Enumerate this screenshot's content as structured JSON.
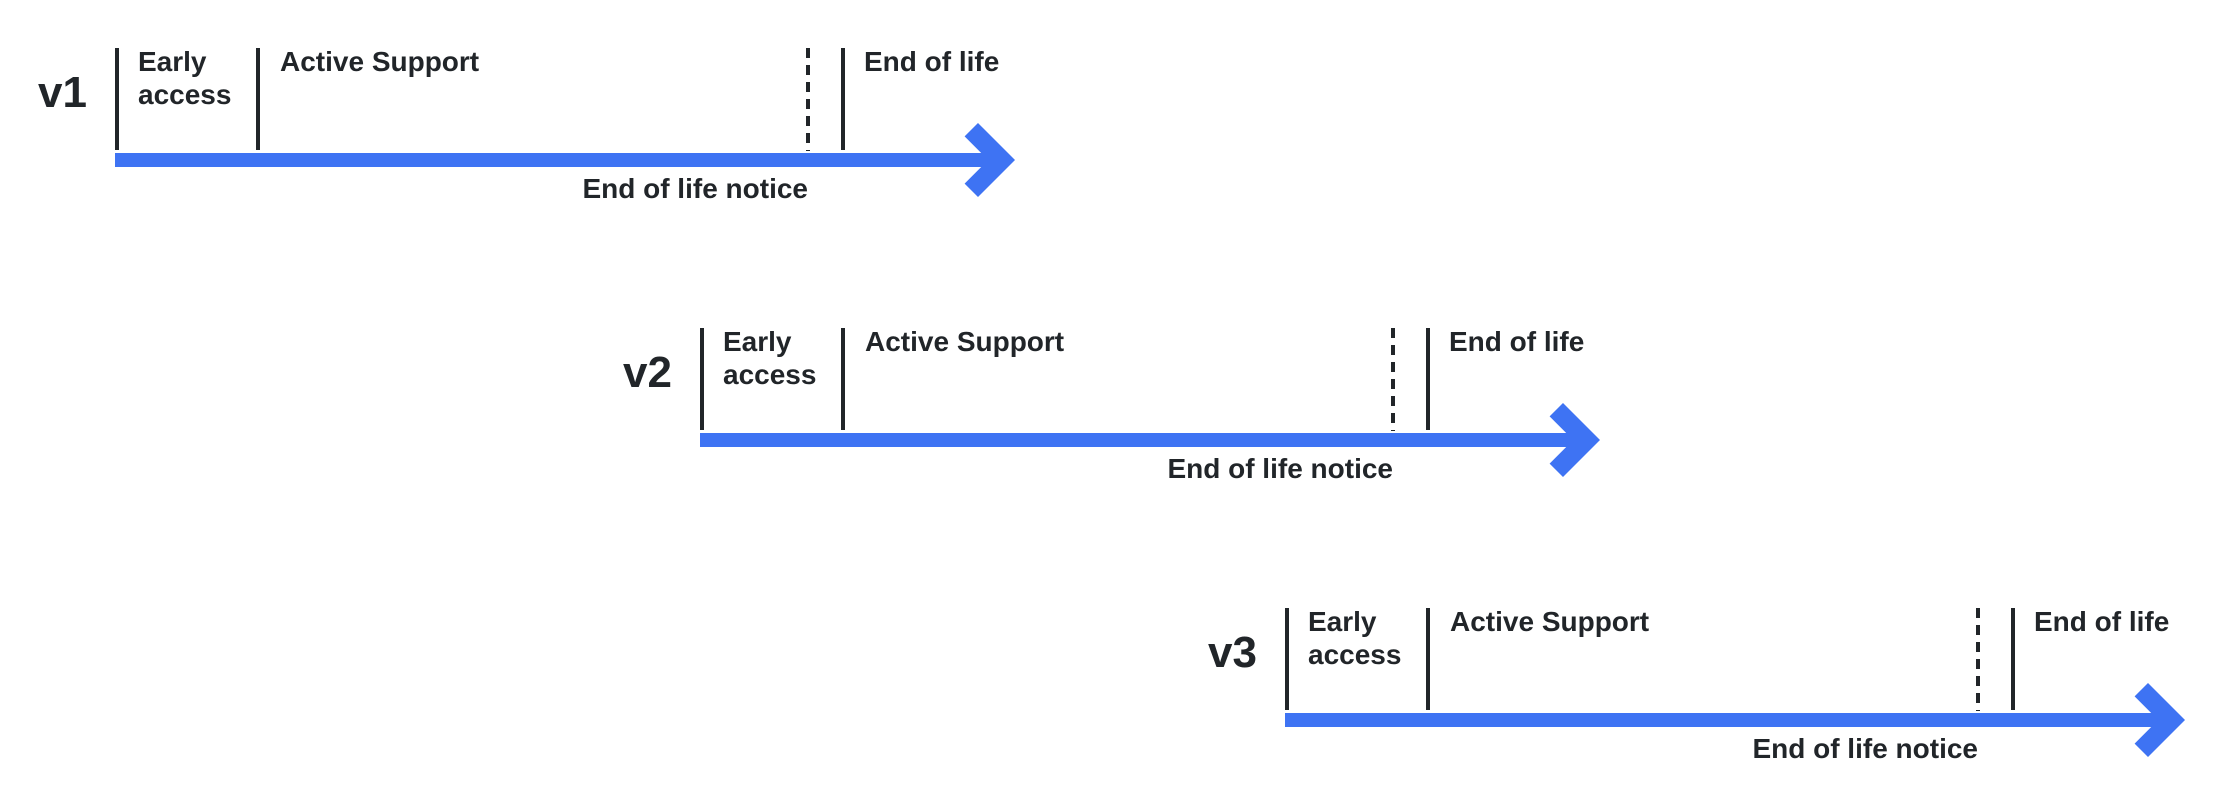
{
  "diagram_title": "version-release-lifecycle",
  "colors": {
    "arrow_blue": "#3e73f3",
    "ink": "#212529",
    "background": "#ffffff"
  },
  "timelines": [
    {
      "version": "v1",
      "phases": {
        "early_access": "Early access",
        "active_support": "Active Support",
        "end_of_life": "End of life"
      },
      "notice_label": "End of life notice"
    },
    {
      "version": "v2",
      "phases": {
        "early_access": "Early access",
        "active_support": "Active Support",
        "end_of_life": "End of life"
      },
      "notice_label": "End of life notice"
    },
    {
      "version": "v3",
      "phases": {
        "early_access": "Early access",
        "active_support": "Active Support",
        "end_of_life": "End of life"
      },
      "notice_label": "End of life notice"
    }
  ]
}
